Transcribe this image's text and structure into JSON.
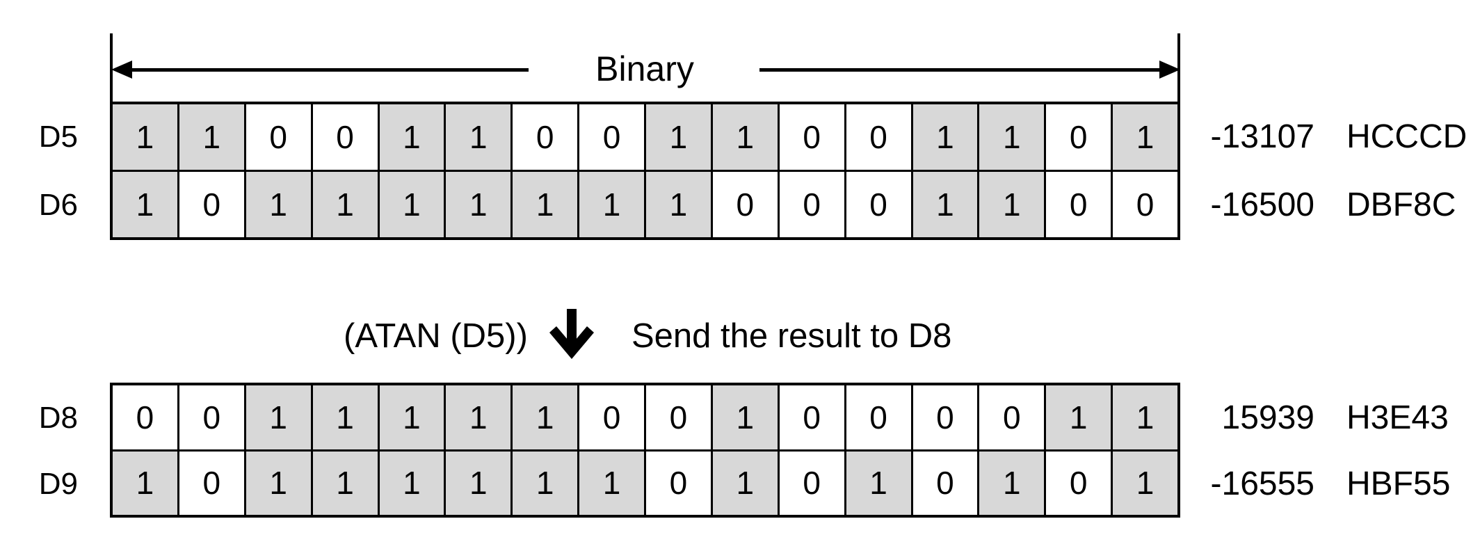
{
  "binary_axis": {
    "label": "Binary"
  },
  "operation": {
    "expression": "(ATAN (D5))",
    "arrow": "bold-down-arrow",
    "description": "Send the result to D8"
  },
  "registers": [
    {
      "name": "D5",
      "bits": [
        1,
        1,
        0,
        0,
        1,
        1,
        0,
        0,
        1,
        1,
        0,
        0,
        1,
        1,
        0,
        1
      ],
      "decimal": "-13107",
      "hex": "HCCCD"
    },
    {
      "name": "D6",
      "bits": [
        1,
        0,
        1,
        1,
        1,
        1,
        1,
        1,
        1,
        0,
        0,
        0,
        1,
        1,
        0,
        0
      ],
      "decimal": "-16500",
      "hex": "DBF8C"
    },
    {
      "name": "D8",
      "bits": [
        0,
        0,
        1,
        1,
        1,
        1,
        1,
        0,
        0,
        1,
        0,
        0,
        0,
        0,
        1,
        1
      ],
      "decimal": "15939",
      "hex": "H3E43"
    },
    {
      "name": "D9",
      "bits": [
        1,
        0,
        1,
        1,
        1,
        1,
        1,
        1,
        0,
        1,
        0,
        1,
        0,
        1,
        0,
        1
      ],
      "decimal": "-16555",
      "hex": "HBF55"
    }
  ],
  "colors": {
    "bit_one_fill": "#d8d8d8",
    "bit_zero_fill": "#ffffff",
    "line": "#000000",
    "text": "#000000",
    "background": "#ffffff"
  }
}
